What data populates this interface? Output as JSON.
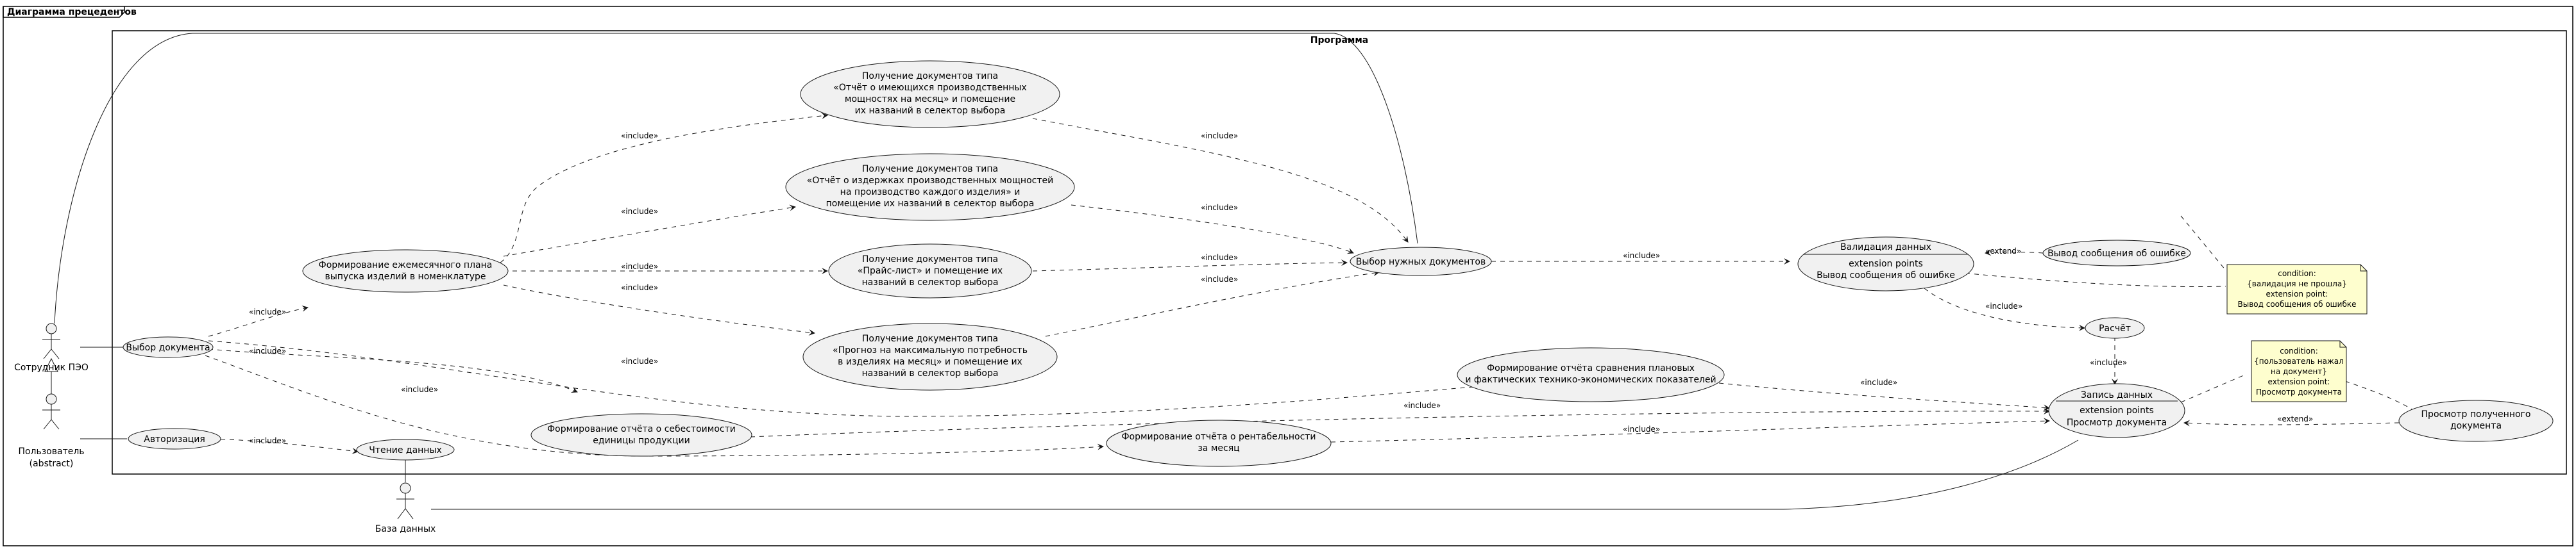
{
  "diagram_title": "Диаграмма прецедентов",
  "system_title": "Программа",
  "actors": {
    "pzo": "Сотрудник ПЭО",
    "user": [
      "Пользователь",
      "(abstract)"
    ],
    "db": "База данных"
  },
  "use_cases": {
    "select_document": "Выбор документа",
    "auth": "Авторизация",
    "read_data": "Чтение данных",
    "monthly_plan": [
      "Формирование ежемесячного плана",
      "выпуска изделий в номенклатуре"
    ],
    "capacity_report": [
      "Получение документов типа",
      "«Отчёт о имеющихся производственных",
      "мощностях на месяц» и помещение",
      "их названий в селектор выбора"
    ],
    "costs_report": [
      "Получение документов типа",
      "«Отчёт о издержках производственных мощностей",
      "на производство каждого изделия» и",
      "помещение их названий в селектор выбора"
    ],
    "price_list": [
      "Получение документов типа",
      "«Прайс-лист» и помещение их",
      "названий в селектор выбора"
    ],
    "forecast": [
      "Получение документов типа",
      "«Прогноз на максимальную потребность",
      "в изделиях на месяц» и помещение их",
      "названий в селектор выбора"
    ],
    "select_needed": "Выбор нужных документов",
    "cost_report": [
      "Формирование отчёта о себестоимости",
      "единицы продукции"
    ],
    "comparison_report": [
      "Формирование отчёта сравнения плановых",
      "и фактических технико-экономических показателей"
    ],
    "profit_report": [
      "Формирование отчёта о рентабельности",
      "за месяц"
    ],
    "validation": {
      "name": "Валидация данных",
      "ext_label": "extension points",
      "ext_point": "Вывод сообщения об ошибке"
    },
    "error_msg": "Вывод сообщения об ошибке",
    "calc": "Расчёт",
    "write_data": {
      "name": "Запись данных",
      "ext_label": "extension points",
      "ext_point": "Просмотр документа"
    },
    "view_doc": [
      "Просмотр полученного",
      "документа"
    ]
  },
  "notes": {
    "note1": [
      "condition:",
      "{валидация не прошла}",
      "extension point:",
      "Вывод сообщения об ошибке"
    ],
    "note2": [
      "condition:",
      "{пользователь нажал",
      "на документ}",
      "extension point:",
      "Просмотр документа"
    ]
  },
  "stereotypes": {
    "include": "«include»",
    "extend": "«extend»"
  }
}
